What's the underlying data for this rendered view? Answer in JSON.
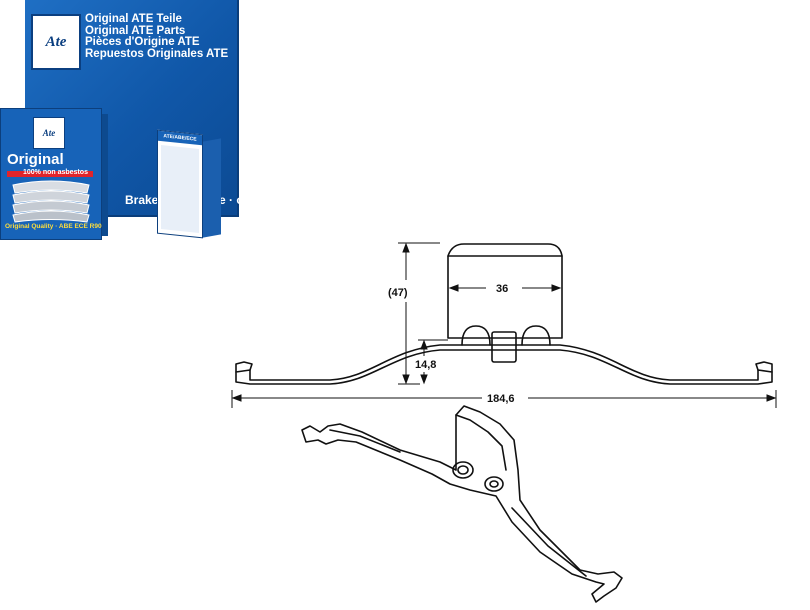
{
  "package": {
    "brand_logo": "Ate",
    "lines": [
      "Original ATE Teile",
      "Original ATE Parts",
      "Pièces d'Origine ATE",
      "Repuestos Originales ATE"
    ],
    "bottom_text": "Brakes · Freinage · os",
    "small_box_logo": "Ate",
    "small_box_title": "Original",
    "small_box_strip": "100% non asbestos",
    "small_box_bottom": "Original Quality · ABE ECE R90",
    "card_header": "ATE/ABE/ECE",
    "brand_color": "#1763b8"
  },
  "dimensions": {
    "height_total": "(47)",
    "width_top": "36",
    "height_lower": "14,8",
    "length_total": "184,6"
  }
}
